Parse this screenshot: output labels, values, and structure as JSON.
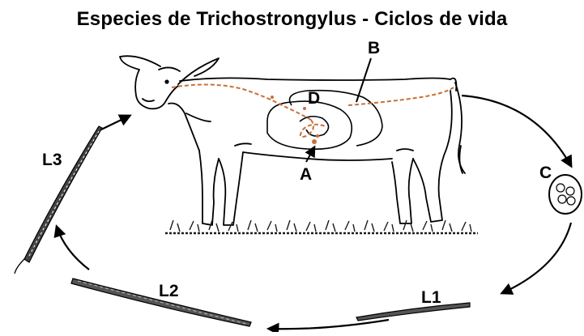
{
  "title": "Especies de Trichostrongylus - Ciclos de vida",
  "labels": {
    "A": "A",
    "B": "B",
    "C": "C",
    "D": "D",
    "L1": "L1",
    "L2": "L2",
    "L3": "L3"
  },
  "colors": {
    "ink": "#000000",
    "parasite_path": "#c8703a",
    "grass": "#1c1c1c"
  },
  "icons": {
    "host": "calf-drawing",
    "egg": "egg-icon",
    "larvae": "larva-icon"
  }
}
